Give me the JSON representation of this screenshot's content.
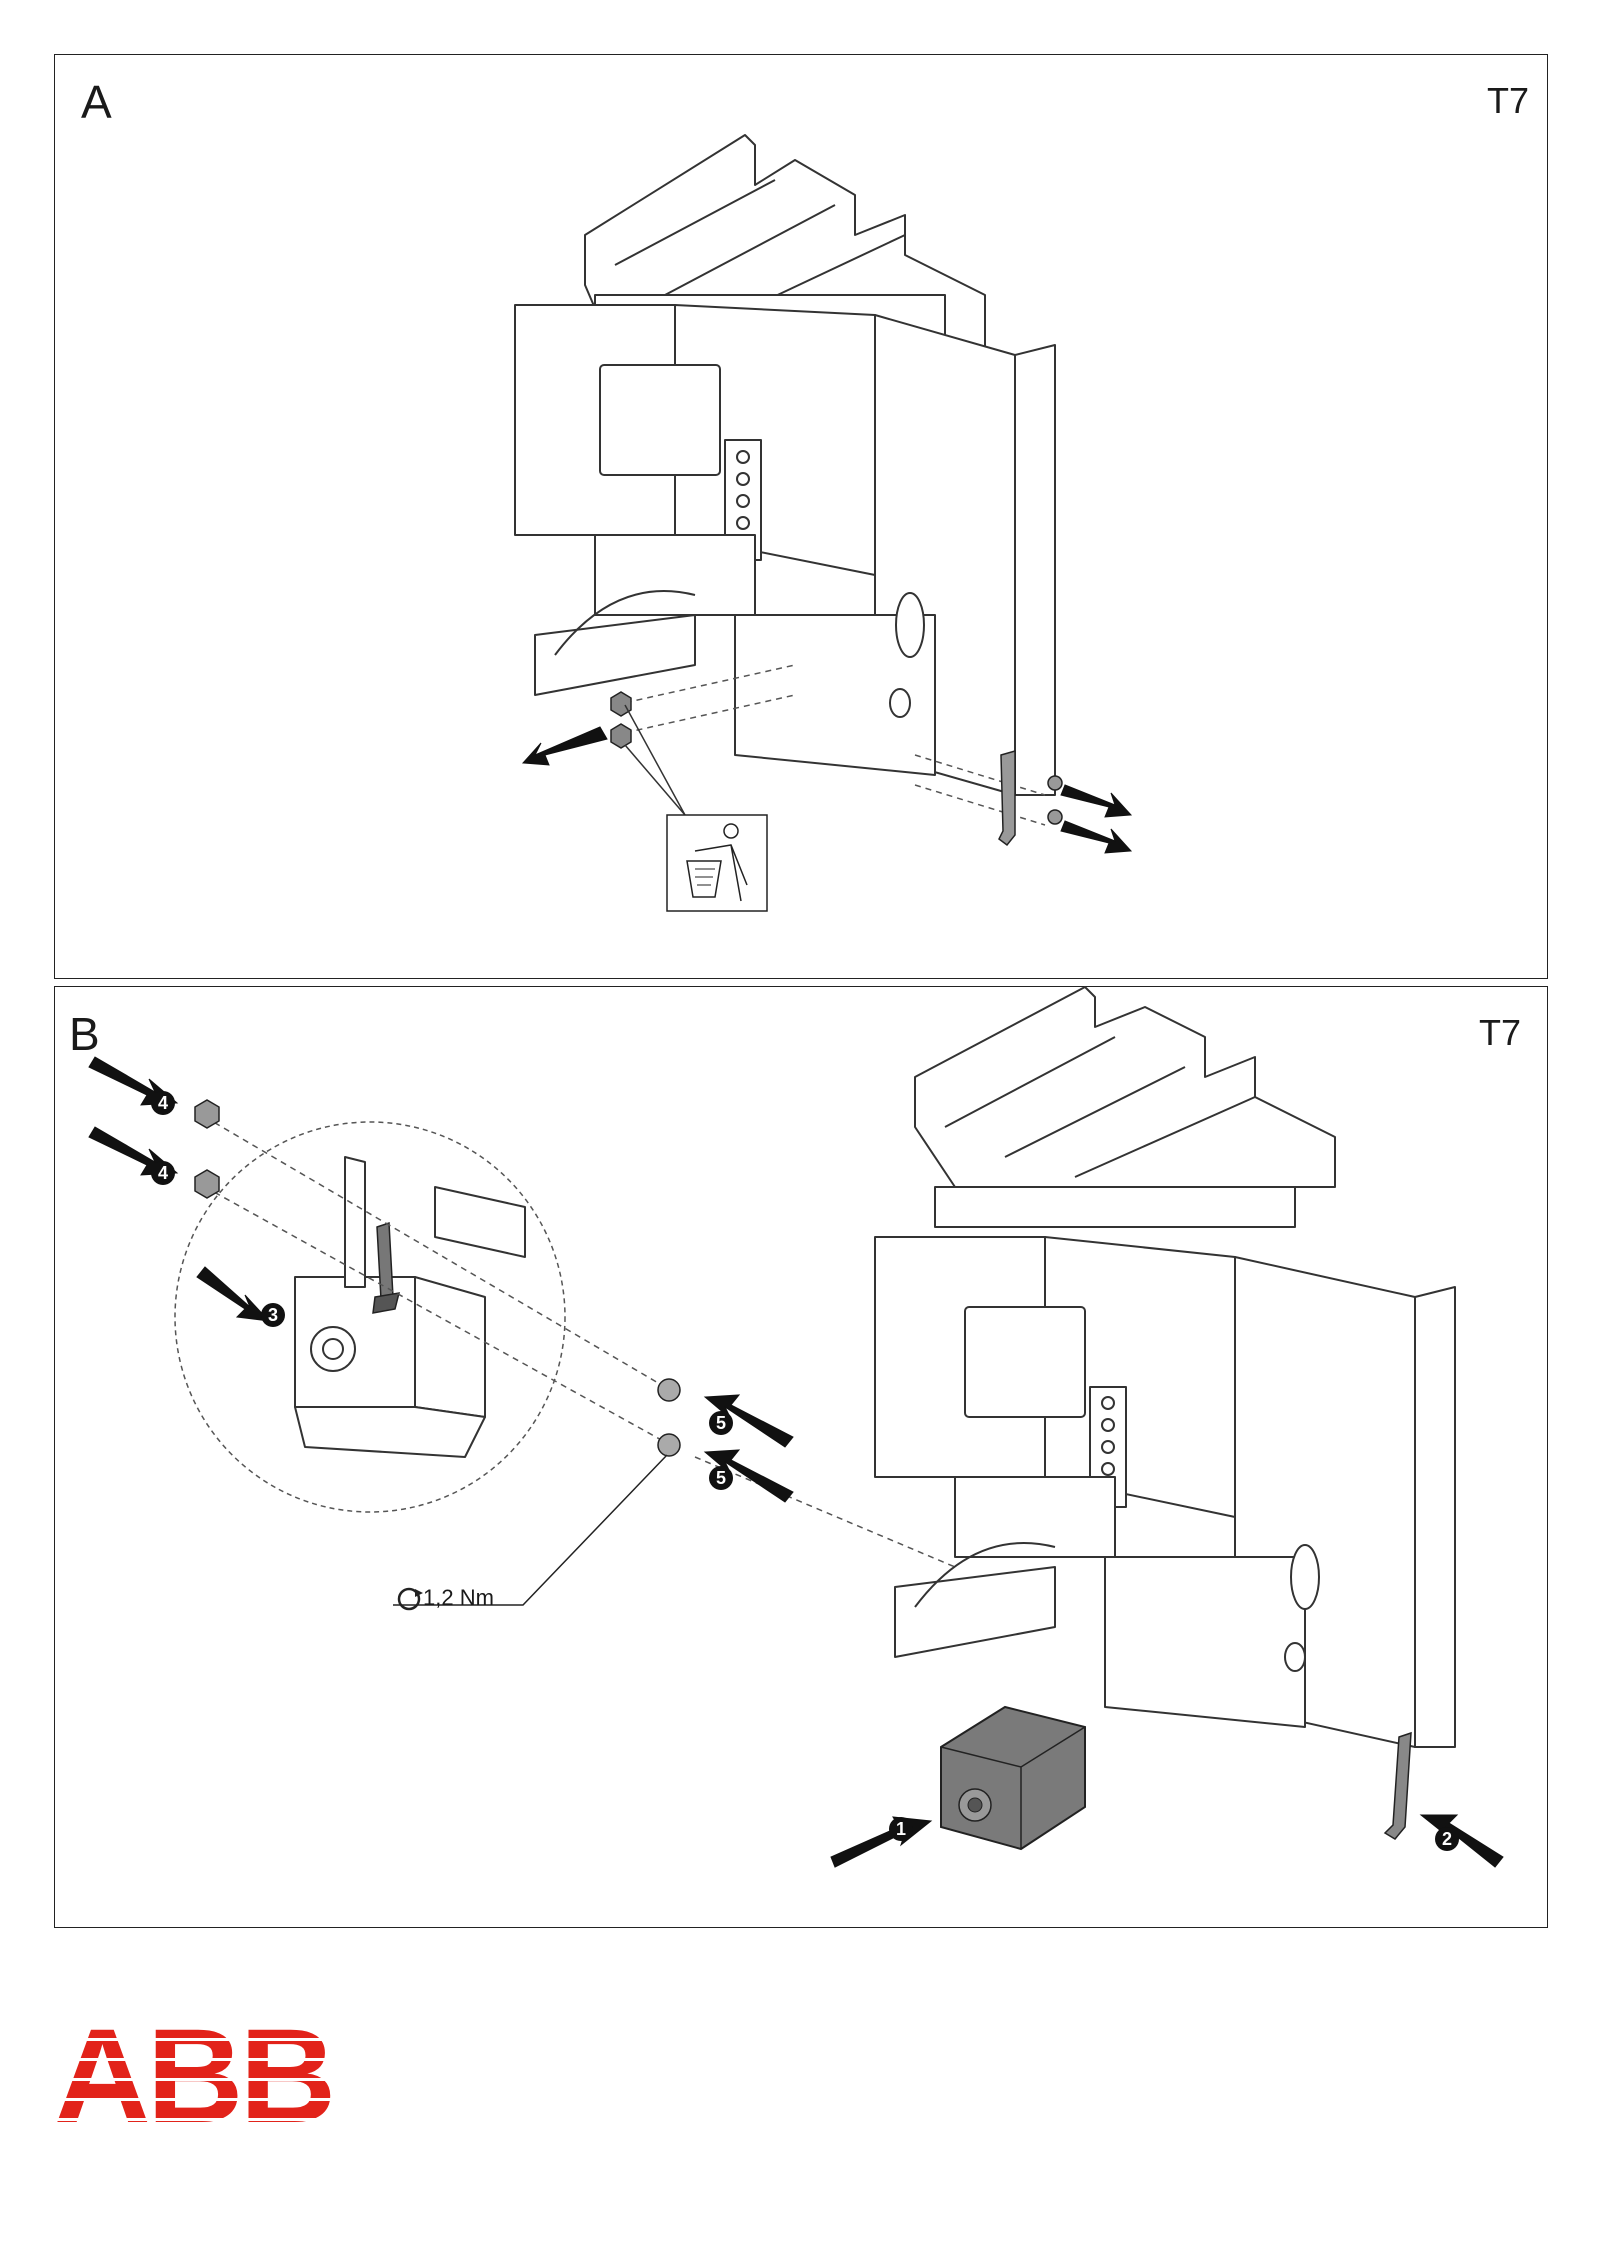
{
  "panels": [
    {
      "letter": "A",
      "model": "T7"
    },
    {
      "letter": "B",
      "model": "T7"
    }
  ],
  "panel_b": {
    "torque": "1,2 Nm",
    "steps": [
      "1",
      "2",
      "3",
      "4",
      "4",
      "5",
      "5"
    ]
  },
  "icons": {
    "disposal": "trash-disposal-icon",
    "torque": "torque-wrench-icon"
  },
  "logo": {
    "text": "ABB",
    "color": "#e2231a"
  }
}
